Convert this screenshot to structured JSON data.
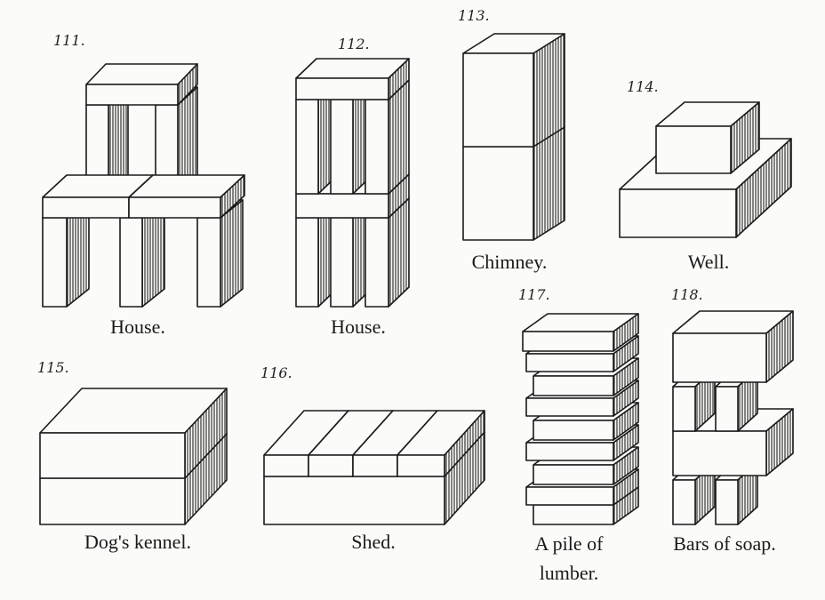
{
  "figures": [
    {
      "number": "111.",
      "caption": "House."
    },
    {
      "number": "112.",
      "caption": "House."
    },
    {
      "number": "113.",
      "caption": "Chimney."
    },
    {
      "number": "114.",
      "caption": "Well."
    },
    {
      "number": "115.",
      "caption": "Dog's kennel."
    },
    {
      "number": "116.",
      "caption": "Shed."
    },
    {
      "number": "117.",
      "caption_line1": "A pile of",
      "caption_line2": "lumber."
    },
    {
      "number": "118.",
      "caption": "Bars of soap."
    }
  ],
  "colors": {
    "ink": "#1a1a1a",
    "paper": "#fbfbf9",
    "shade": "#8a8a8a"
  }
}
